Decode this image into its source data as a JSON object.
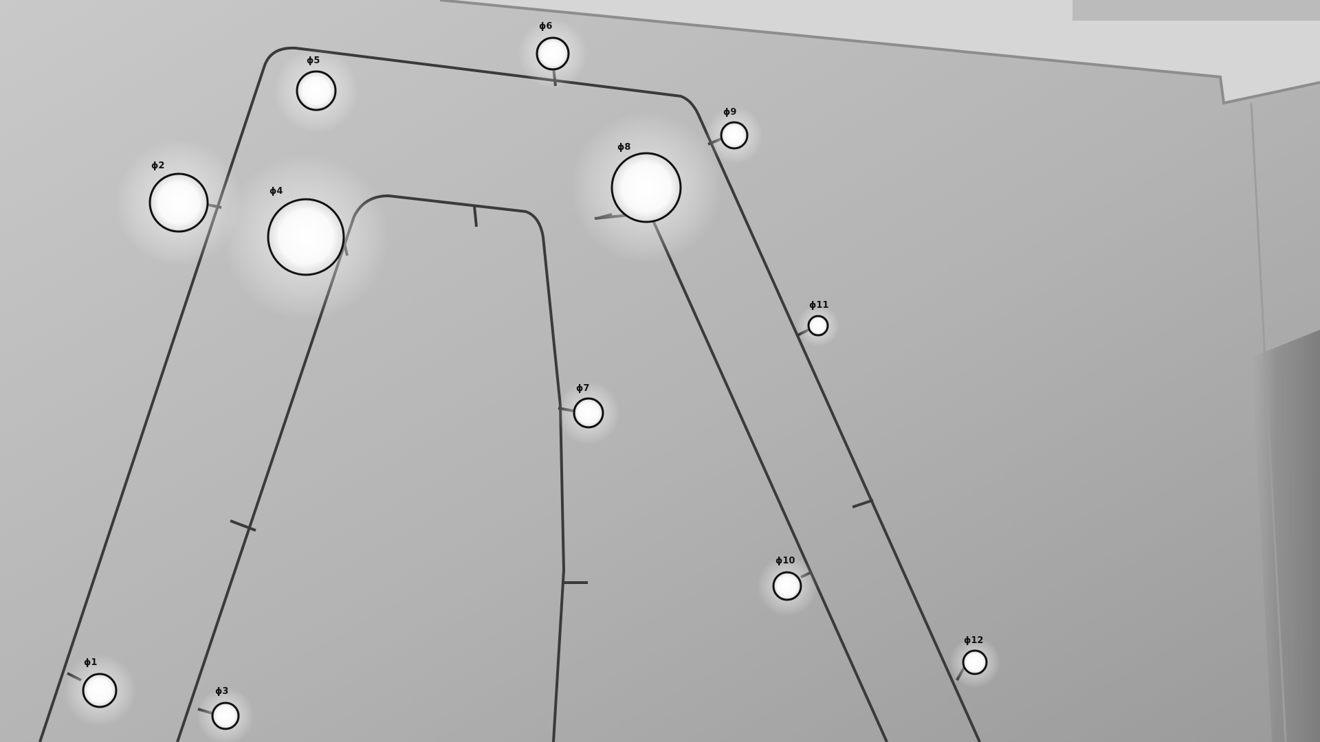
{
  "markers": [
    {
      "label": "ϕ1"
    },
    {
      "label": "ϕ2"
    },
    {
      "label": "ϕ3"
    },
    {
      "label": "ϕ4"
    },
    {
      "label": "ϕ5"
    },
    {
      "label": "ϕ6"
    },
    {
      "label": "ϕ7"
    },
    {
      "label": "ϕ8"
    },
    {
      "label": "ϕ9"
    },
    {
      "label": "ϕ10"
    },
    {
      "label": "ϕ11"
    },
    {
      "label": "ϕ12"
    }
  ],
  "colors": {
    "wall_light": "#cfcfcf",
    "wall_mid": "#b4b4b4",
    "wall_dark": "#8a8a8a",
    "wire": "#3a3a3a",
    "circle_outline": "#111111",
    "light_glow": "#ffffff"
  }
}
